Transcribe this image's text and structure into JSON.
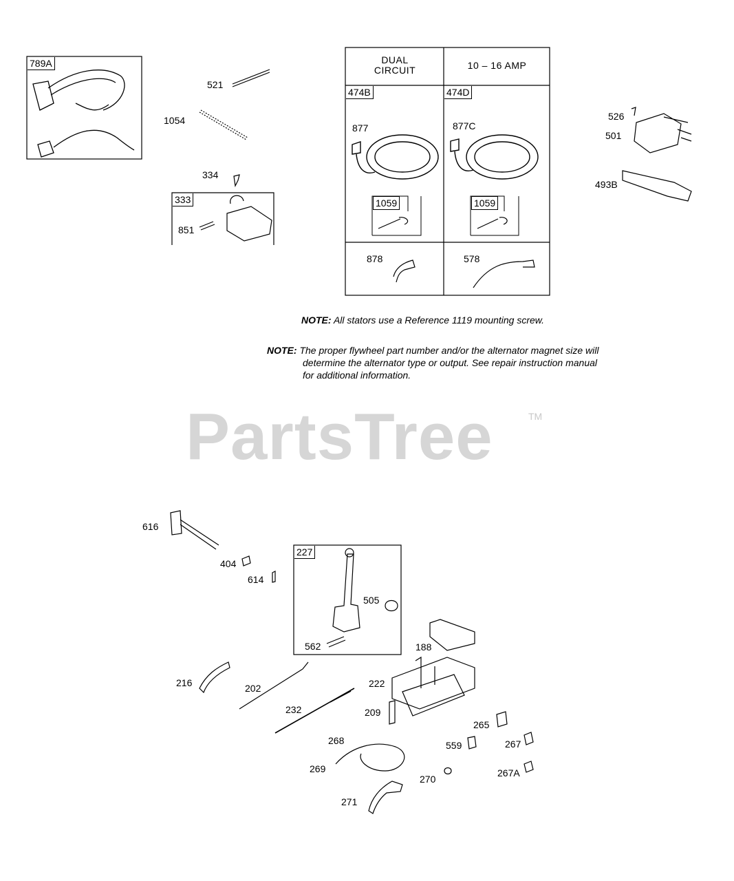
{
  "watermark": {
    "text": "PartsTree",
    "trademark": "TM"
  },
  "tables": {
    "stator": {
      "col1_header": "DUAL\nCIRCUIT",
      "col2_header": "10 – 16 AMP",
      "col1_tag": "474B",
      "col2_tag": "474D"
    }
  },
  "groups": {
    "g789a": "789A",
    "g333": "333",
    "g227": "227",
    "g1059a": "1059",
    "g1059b": "1059"
  },
  "labels": {
    "p521": "521",
    "p1054": "1054",
    "p334": "334",
    "p851": "851",
    "p877": "877",
    "p877c": "877C",
    "p878": "878",
    "p578": "578",
    "p526": "526",
    "p501": "501",
    "p493b": "493B",
    "p616": "616",
    "p404": "404",
    "p614": "614",
    "p505": "505",
    "p562": "562",
    "p188": "188",
    "p216": "216",
    "p202": "202",
    "p222": "222",
    "p232": "232",
    "p209": "209",
    "p265": "265",
    "p268": "268",
    "p559": "559",
    "p267": "267",
    "p269": "269",
    "p270": "270",
    "p267a": "267A",
    "p271": "271"
  },
  "notes": {
    "note1_label": "NOTE:",
    "note1_text": "All stators use a Reference 1119 mounting screw.",
    "note2_label": "NOTE:",
    "note2_line1": "The proper flywheel part number and/or the alternator magnet size will",
    "note2_line2": "determine the alternator type or output. See repair instruction manual",
    "note2_line3": "for additional information."
  }
}
